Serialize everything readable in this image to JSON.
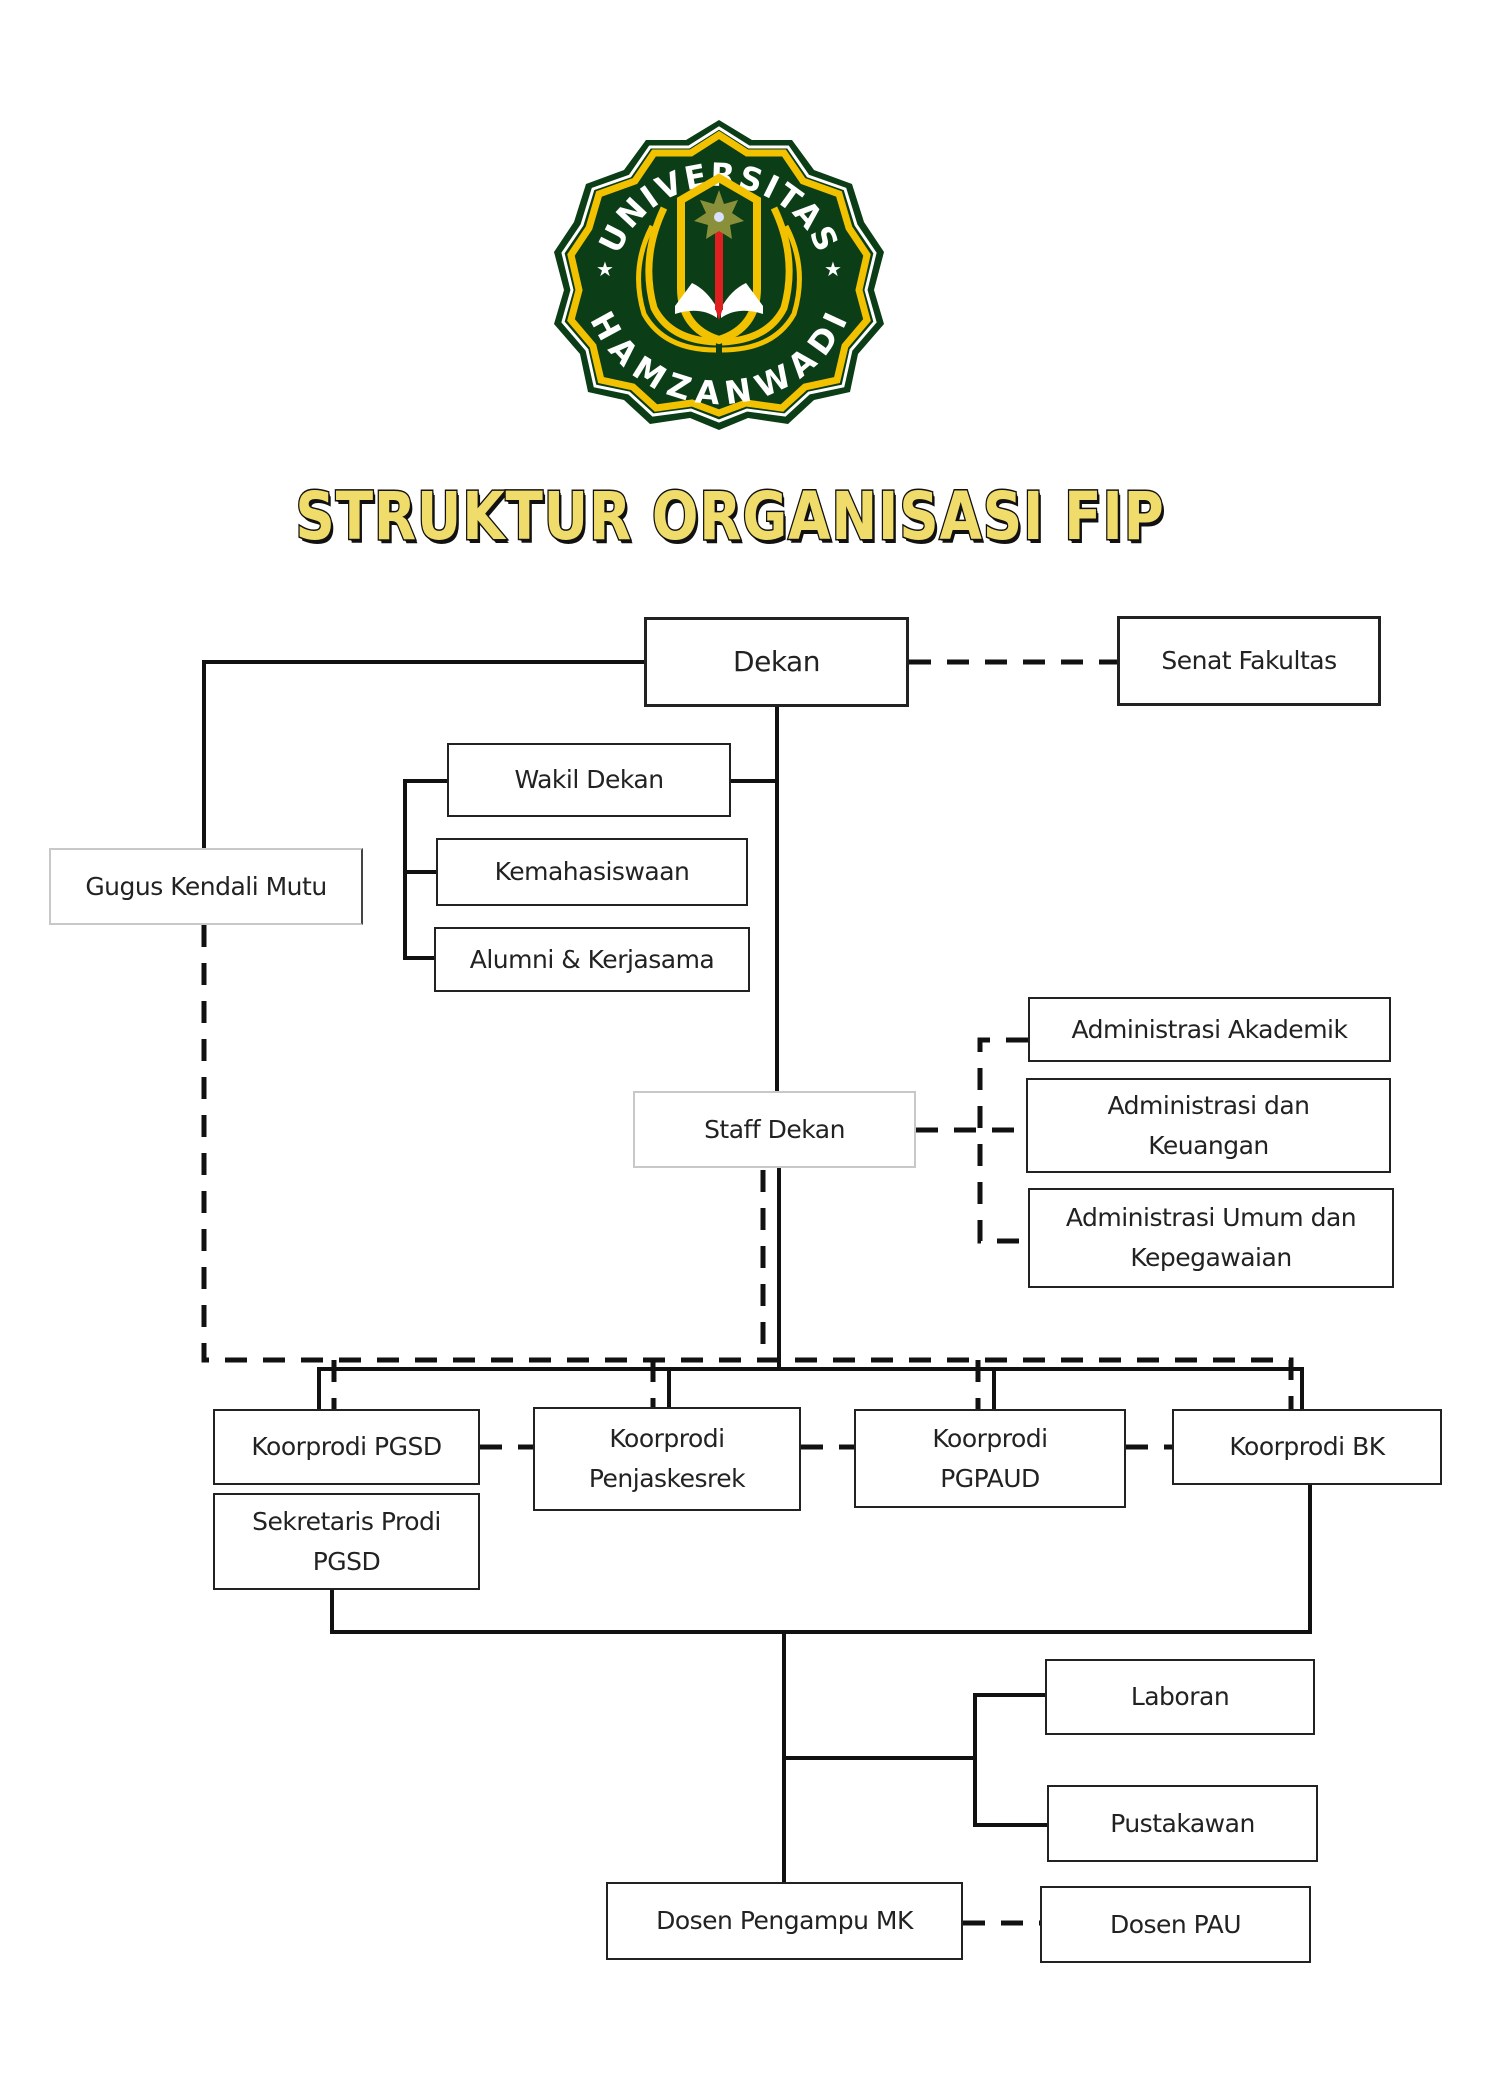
{
  "logo": {
    "top_text": "UNIVERSITAS",
    "bottom_text": "HAMZANWADI",
    "colors": {
      "green": "#0b3d17",
      "gold": "#f2c200",
      "red": "#e02020",
      "white": "#ffffff"
    }
  },
  "title": "STRUKTUR ORGANISASI FIP",
  "title_color": "#f0dc6a",
  "org": {
    "dekan": "Dekan",
    "senat_fakultas": "Senat Fakultas",
    "gugus_kendali_mutu": "Gugus Kendali Mutu",
    "wakil_dekan": "Wakil Dekan",
    "kemahasiswaan": "Kemahasiswaan",
    "alumni_kerjasama": "Alumni & Kerjasama",
    "staff_dekan": "Staff Dekan",
    "admin_akademik": "Administrasi Akademik",
    "admin_keuangan": "Administrasi dan\nKeuangan",
    "admin_umum": "Administrasi Umum dan\nKepegawaian",
    "koorprodi_pgsd": "Koorprodi PGSD",
    "sekretaris_pgsd": "Sekretaris Prodi\nPGSD",
    "koorprodi_penjas": "Koorprodi\nPenjaskesrek",
    "koorprodi_pgpaud": "Koorprodi\nPGPAUD",
    "koorprodi_bk": "Koorprodi BK",
    "laboran": "Laboran",
    "pustakawan": "Pustakawan",
    "dosen_pengampu": "Dosen Pengampu MK",
    "dosen_pau": "Dosen PAU"
  }
}
